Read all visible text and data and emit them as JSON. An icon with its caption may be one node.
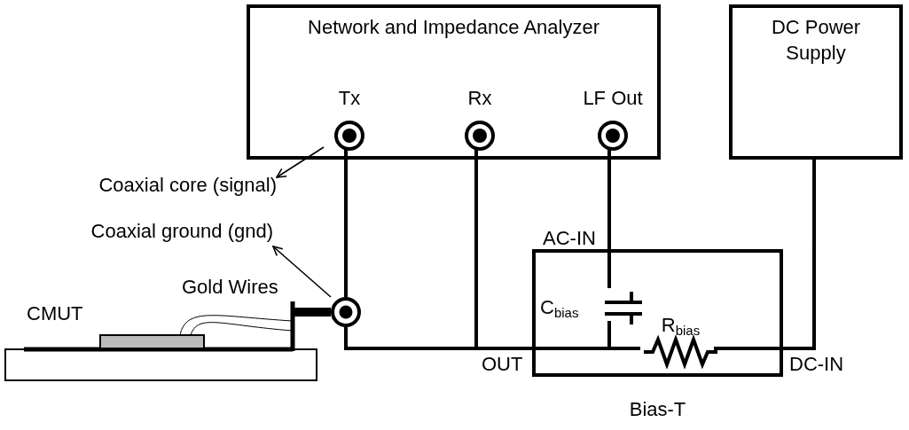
{
  "diagram": {
    "nodes": [
      {
        "text": [
          "Network and Impedance Analyzer"
        ]
      },
      {
        "text": [
          "Tx"
        ],
        "in": 0
      },
      {
        "text": [
          "Rx"
        ],
        "in": 0
      },
      {
        "text": [
          "LF Out"
        ],
        "in": 0
      },
      {
        "text": [
          "DC Power Supply"
        ]
      },
      {
        "text": [
          "Bias-T"
        ]
      },
      {
        "text": [
          "C$_{bias}$"
        ],
        "in": 5
      },
      {
        "text": [
          "R$_{bias}$"
        ],
        "in": 5
      },
      {
        "text": [],
        "shape": "circle"
      },
      {
        "text": [
          "CMUT"
        ]
      },
      {
        "text": [
          "Coaxial core (signal)"
        ]
      },
      {
        "text": [
          "Coaxial ground (gnd)"
        ]
      }
    ],
    "edges": [
      {
        "from": 1,
        "to": 8,
        "arrow": "none"
      },
      {
        "from": 8,
        "to": 7,
        "arrow": "none"
      },
      {
        "from": 2,
        "to": 7,
        "arrow": "none"
      },
      {
        "from": 3,
        "to": 6,
        "arrow": "none"
      },
      {
        "from": 6,
        "to": 7,
        "arrow": "none"
      },
      {
        "from": 7,
        "to": 4,
        "arrow": "none"
      },
      {
        "from": 9,
        "to": 8,
        "arrow": "none",
        "style": "thick"
      },
      {
        "from": 1,
        "to": 10,
        "arrow": "to"
      },
      {
        "from": 8,
        "to": 11,
        "arrow": "to"
      }
    ],
    "labels": [
      "Gold Wires",
      "AC-IN",
      "OUT",
      "DC-IN"
    ]
  }
}
